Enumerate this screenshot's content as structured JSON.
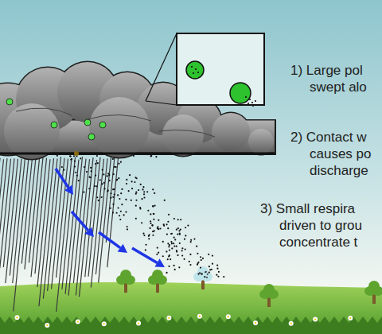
{
  "diagram": {
    "labels": [
      "1) Large pol swept alo",
      "2) Contact w causes po discharge",
      "3) Small respira driven to grou concentrate t"
    ]
  }
}
